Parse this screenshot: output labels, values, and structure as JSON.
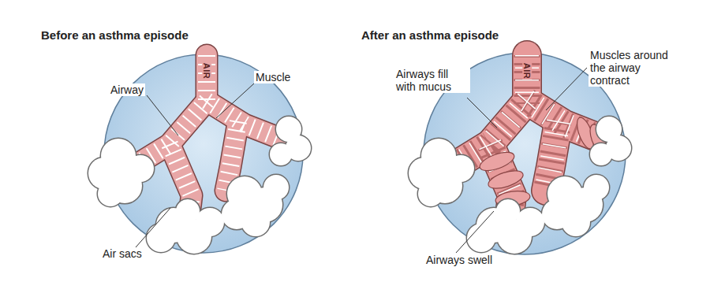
{
  "diagram": {
    "labels": [
      "Before an asthma episode",
      "AIR",
      "Airway",
      "Muscle",
      "Air sacs",
      "After an asthma episode",
      "AIR",
      "Airways fill with mucus",
      "Muscles around the airway contract",
      "Airways swell"
    ]
  }
}
